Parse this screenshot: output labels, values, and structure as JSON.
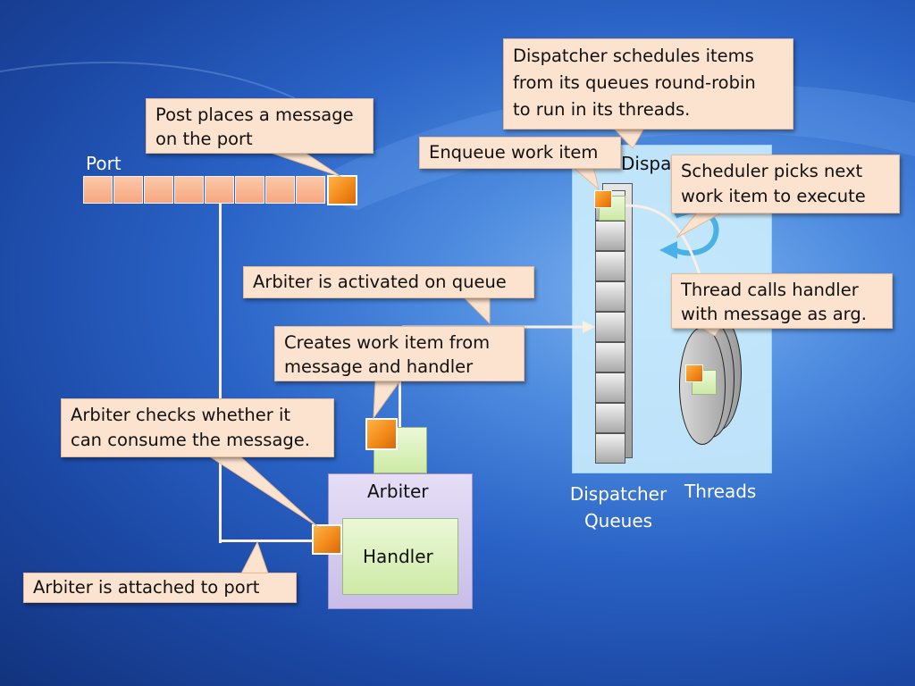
{
  "labels": {
    "port": "Port",
    "dispatcher_partial": "Dispa",
    "arbiter": "Arbiter",
    "handler": "Handler",
    "dispatcher_queues_line1": "Dispatcher",
    "dispatcher_queues_line2": "Queues",
    "threads": "Threads"
  },
  "callouts": {
    "dispatcher_schedules": [
      "Dispatcher schedules items",
      "from its queues round-robin",
      "to run in its threads."
    ],
    "post_places": [
      "Post places a message",
      "on the port"
    ],
    "enqueue": "Enqueue work item",
    "scheduler_picks": [
      "Scheduler picks next",
      "work item to execute"
    ],
    "arbiter_activated": "Arbiter is activated on queue",
    "thread_calls": [
      "Thread calls handler",
      "with message as arg."
    ],
    "creates_work_item": [
      "Creates work item from",
      "message and handler"
    ],
    "arbiter_checks": [
      "Arbiter checks whether it",
      "can consume the message."
    ],
    "arbiter_attached": "Arbiter is attached to port"
  },
  "colors": {
    "callout_fill": "#fbe3cf",
    "message_orange": "#f28a1a",
    "handler_green": "#d9f0b8",
    "arbiter_purple": "#d8cdef",
    "dispatcher_panel": "#bfe5fb"
  }
}
